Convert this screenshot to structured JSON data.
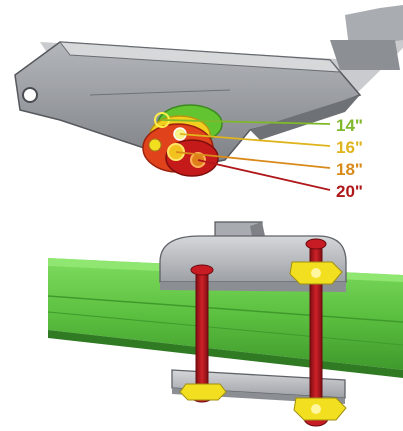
{
  "labels": [
    {
      "text": "14\"",
      "color": "#7fb82a"
    },
    {
      "text": "16\"",
      "color": "#e0b41c"
    },
    {
      "text": "18\"",
      "color": "#d98a1a"
    },
    {
      "text": "20\"",
      "color": "#b0171a"
    }
  ],
  "colors": {
    "frame_steel": "#8e9196",
    "frame_dark": "#5f6368",
    "spring_green": "#6fcf4f",
    "spring_dark": "#3f8f2f",
    "bolt_red": "#b3131b",
    "nut_yellow": "#f2e020",
    "plate_gray": "#b9bcc0"
  }
}
